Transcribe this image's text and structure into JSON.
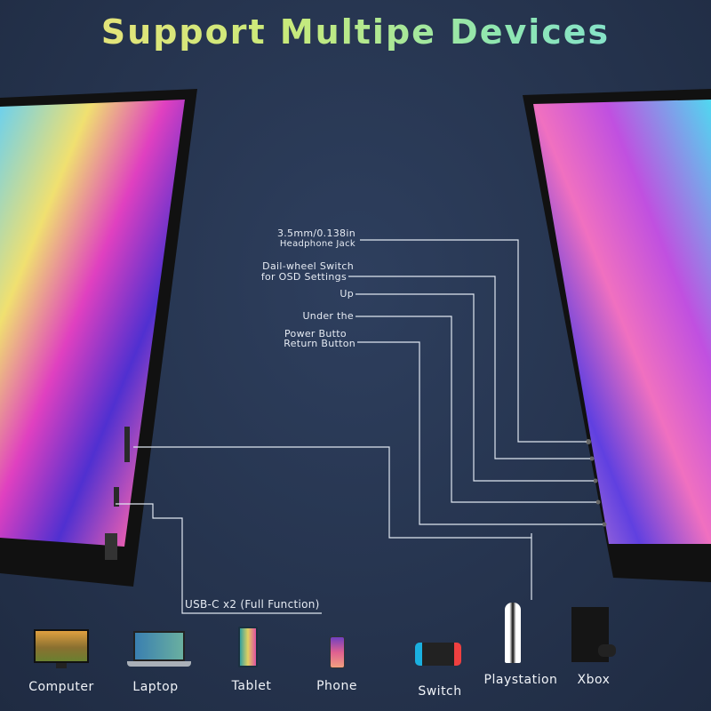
{
  "title": "Support Multipe Devices",
  "ports": {
    "headphone_line1": "3.5mm/0.138in",
    "headphone_line2": "Headphone Jack",
    "dial_line1": "Dail-wheel Switch",
    "dial_line2": "for OSD Settings",
    "up": "Up",
    "under": "Under the",
    "power_line1": "Power Butto",
    "power_line2": "Return Button",
    "usbc": "USB-C x2 (Full Function)"
  },
  "devices": [
    {
      "label": "Computer",
      "icon": "monitor-icon"
    },
    {
      "label": "Laptop",
      "icon": "laptop-icon"
    },
    {
      "label": "Tablet",
      "icon": "tablet-icon"
    },
    {
      "label": "Phone",
      "icon": "phone-icon"
    },
    {
      "label": "Switch",
      "icon": "switch-console-icon"
    },
    {
      "label": "Playstation",
      "icon": "playstation-icon"
    },
    {
      "label": "Xbox",
      "icon": "xbox-icon"
    }
  ]
}
